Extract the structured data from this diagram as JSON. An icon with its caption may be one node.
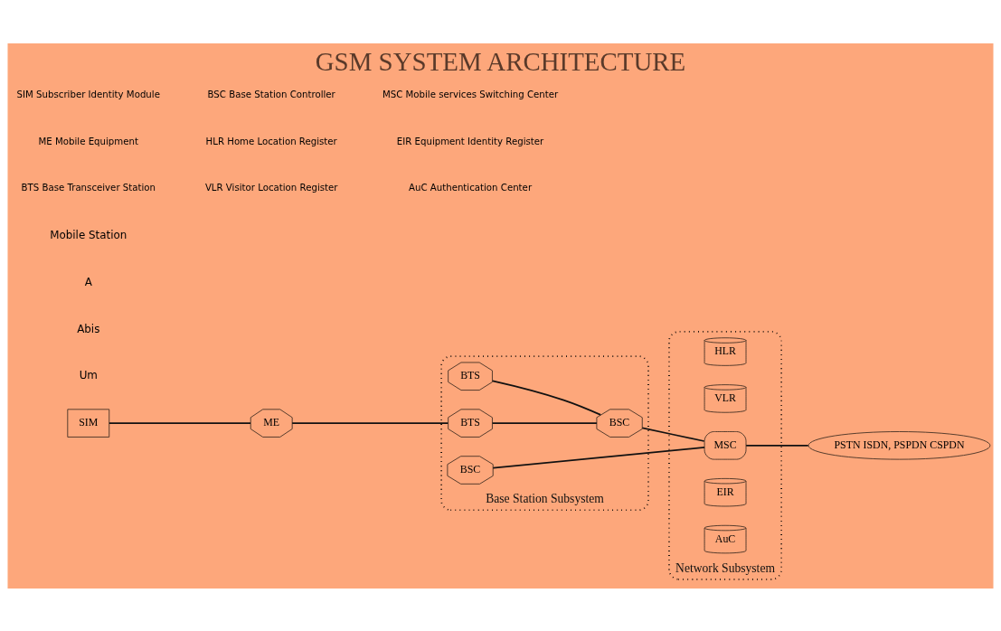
{
  "diagram": {
    "title": "GSM SYSTEM ARCHITECTURE",
    "nodes": [
      {
        "text": [
          "SIM"
        ]
      },
      {
        "text": [
          "ME"
        ]
      },
      {
        "text": [
          "Base Station Subsystem"
        ]
      },
      {
        "text": [
          "BSC"
        ],
        "in": 2
      },
      {
        "text": [
          "BTS"
        ],
        "in": 2
      },
      {
        "text": [
          "BTS"
        ],
        "in": 2
      },
      {
        "text": [
          "BSC"
        ],
        "in": 2
      },
      {
        "text": [
          "Network Subsystem"
        ]
      },
      {
        "text": [
          "HLR"
        ],
        "in": 7
      },
      {
        "text": [
          "VLR"
        ],
        "in": 7
      },
      {
        "text": [
          "MSC"
        ],
        "in": 7
      },
      {
        "text": [
          "EIR"
        ],
        "in": 7
      },
      {
        "text": [
          "AuC"
        ],
        "in": 7
      },
      {
        "text": [
          "PSTN ISDN, PSPDN CSPDN"
        ]
      }
    ],
    "edges": [
      {
        "from": 0,
        "to": 1,
        "arrow": "none"
      },
      {
        "from": 1,
        "to": 5,
        "arrow": "none"
      },
      {
        "from": 4,
        "to": 6,
        "arrow": "none"
      },
      {
        "from": 5,
        "to": 6,
        "arrow": "none"
      },
      {
        "from": 3,
        "to": 10,
        "arrow": "none"
      },
      {
        "from": 6,
        "to": 10,
        "arrow": "none"
      },
      {
        "from": 10,
        "to": 13,
        "arrow": "none"
      }
    ],
    "labels": [
      "Um",
      "Abis",
      "A",
      "Mobile Station",
      "SIM Subscriber Identity Module",
      "BSC Base Station Controller",
      "MSC Mobile services Switching Center",
      "ME Mobile Equipment",
      "HLR Home Location Register",
      "EIR Equipment Identity Register",
      "BTS Base Transceiver Station",
      "VLR Visitor Location Register",
      "AuC Authentication Center"
    ]
  }
}
